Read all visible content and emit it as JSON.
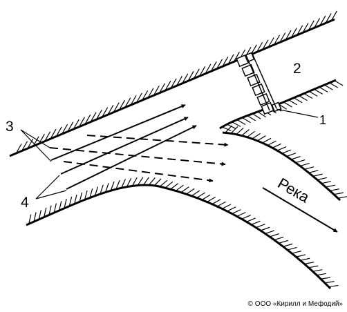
{
  "labels": {
    "canal": "2",
    "gate": "1",
    "surface_flow": "3",
    "bottom_flow": "4",
    "river": "Река"
  },
  "copyright": "© ООО «Кирилл и Мефодий»",
  "colors": {
    "ink": "#000000",
    "background": "#ffffff"
  }
}
